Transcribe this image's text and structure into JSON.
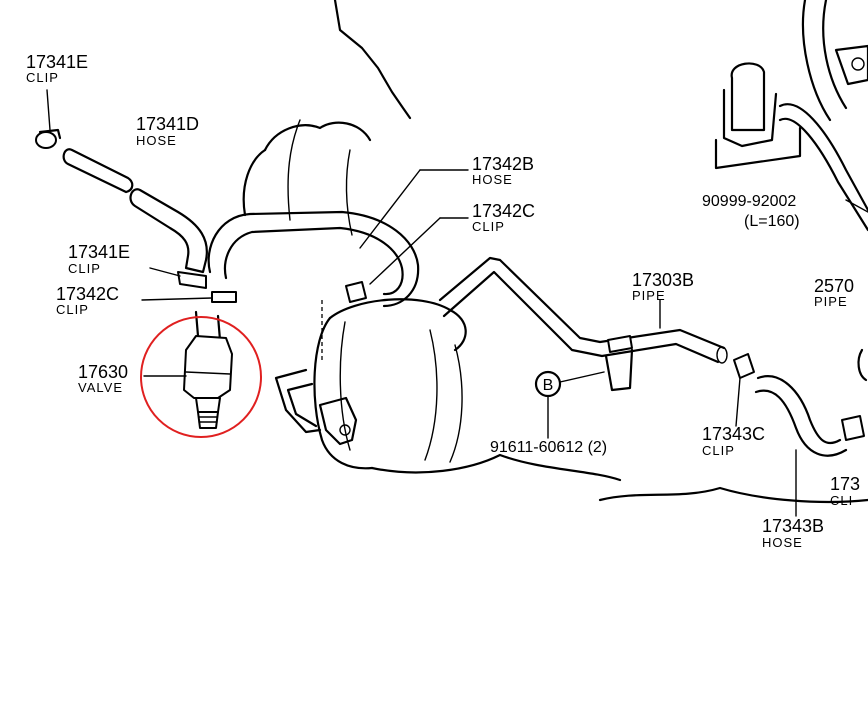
{
  "parts": {
    "clip_17341e_top": {
      "number": "17341E",
      "name": "CLIP"
    },
    "hose_17341d": {
      "number": "17341D",
      "name": "HOSE"
    },
    "clip_17341e_mid": {
      "number": "17341E",
      "name": "CLIP"
    },
    "clip_17342c_left": {
      "number": "17342C",
      "name": "CLIP"
    },
    "valve_17630": {
      "number": "17630",
      "name": "VALVE"
    },
    "hose_17342b": {
      "number": "17342B",
      "name": "HOSE"
    },
    "clip_17342c_right": {
      "number": "17342C",
      "name": "CLIP"
    },
    "pipe_17303b": {
      "number": "17303B",
      "name": "PIPE"
    },
    "pipe_25700": {
      "number": "2570",
      "name": "PIPE"
    },
    "bolt_91611": {
      "ref": "B",
      "number": "91611-60612 (2)"
    },
    "clip_17343c": {
      "number": "17343C",
      "name": "CLIP"
    },
    "hose_17343b": {
      "number": "17343B",
      "name": "HOSE"
    },
    "clip_edge": {
      "number": "173",
      "name": "CLI"
    },
    "hose_90999": {
      "number": "90999-92002",
      "length": "(L=160)"
    }
  },
  "highlight": {
    "target": "valve_17630",
    "color": "#e02020"
  }
}
